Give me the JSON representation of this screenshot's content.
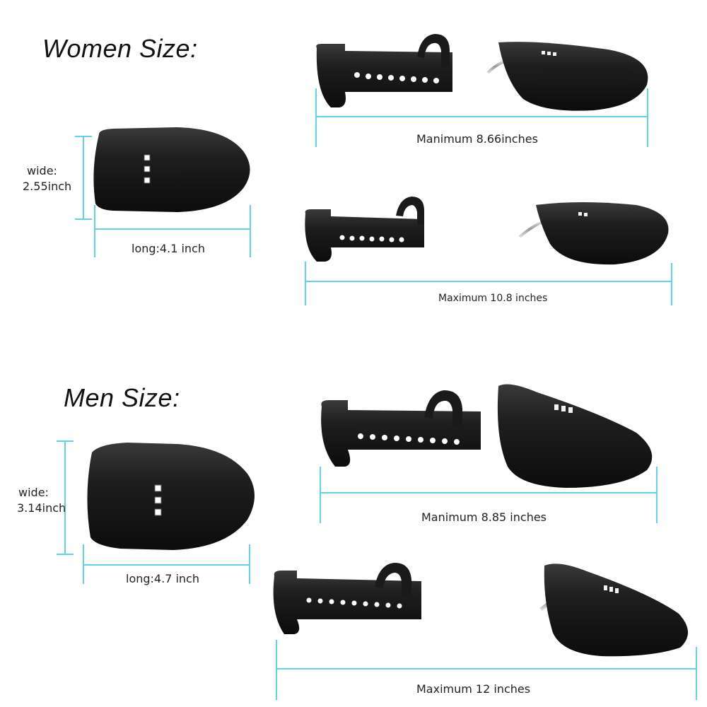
{
  "women": {
    "heading": "Women Size:",
    "wide_label": "wide:",
    "wide_value": "2.55inch",
    "long_label": "long:4.1 inch",
    "min_label": "Manimum 8.66inches",
    "max_label": "Maximum 10.8 inches"
  },
  "men": {
    "heading": "Men Size:",
    "wide_label": "wide:",
    "wide_value": "3.14inch",
    "long_label": "long:4.7 inch",
    "min_label": "Manimum 8.85 inches",
    "max_label": "Maximum 12 inches"
  },
  "colors": {
    "dimension_line": "#5fd3ec",
    "product_black": "#1c1c1c",
    "rod_silver": "#b8b8b8"
  }
}
